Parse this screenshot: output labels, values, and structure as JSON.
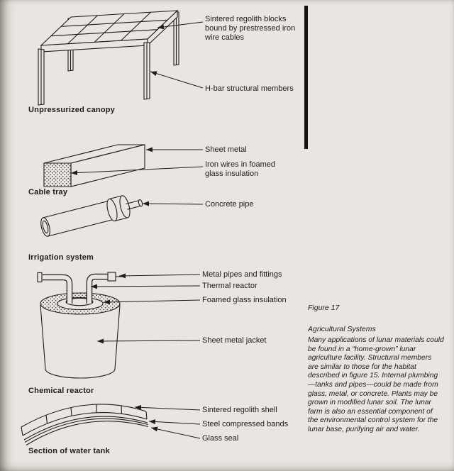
{
  "figure": {
    "number": "Figure 17",
    "title": "Agricultural Systems",
    "description": "Many applications of lunar materials could be found in a “home-grown” lunar agriculture facility.  Structural members are similar to those for the habitat described in figure 15.  Internal plumbing—tanks and pipes—could be made from glass, metal, or concrete.  Plants may be grown in modified lunar soil.  The lunar farm is also an essential component of the environmental control system for the lunar base, purifying air and water."
  },
  "canopy": {
    "caption": "Unpressurized canopy",
    "label_blocks": "Sintered regolith blocks bound by prestressed iron wire cables",
    "label_hbar": "H-bar structural members"
  },
  "cable_tray": {
    "caption": "Cable tray",
    "label_sheet_metal": "Sheet metal",
    "label_iron_wires": "Iron wires in foamed glass insulation"
  },
  "irrigation": {
    "caption": "Irrigation system",
    "label_pipe": "Concrete pipe"
  },
  "reactor": {
    "caption": "Chemical reactor",
    "label_pipes": "Metal pipes and fittings",
    "label_thermal": "Thermal reactor",
    "label_insulation": "Foamed glass insulation",
    "label_jacket": "Sheet metal jacket"
  },
  "water_tank": {
    "caption": "Section of water tank",
    "label_shell": "Sintered regolith shell",
    "label_bands": "Steel compressed bands",
    "label_seal": "Glass seal"
  },
  "colors": {
    "paper": "#e9e6e1",
    "ink": "#1c1c1c"
  }
}
